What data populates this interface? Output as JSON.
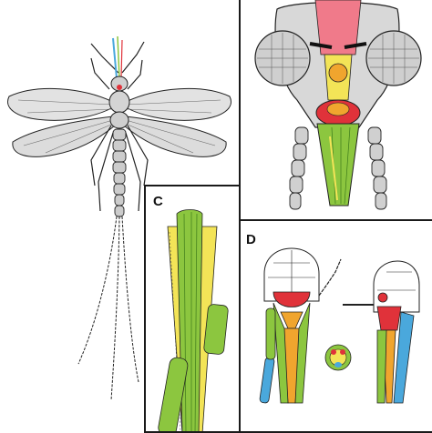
{
  "panels": {
    "a": {
      "label": ""
    },
    "b": {
      "label": ""
    },
    "c": {
      "label": "C"
    },
    "d": {
      "label": "D"
    }
  },
  "colors": {
    "red": "#e0323a",
    "pink": "#f07a8a",
    "yellow": "#f3e457",
    "orange": "#f0a52e",
    "green": "#8cc63f",
    "blue": "#4aa8dc",
    "gray": "#c9c9c9",
    "outline": "#222222"
  },
  "icons": [
    "insect-dorsal-illustration",
    "insect-head-illustration",
    "mouthpart-closeup-illustration",
    "head-anatomy-illustration"
  ]
}
